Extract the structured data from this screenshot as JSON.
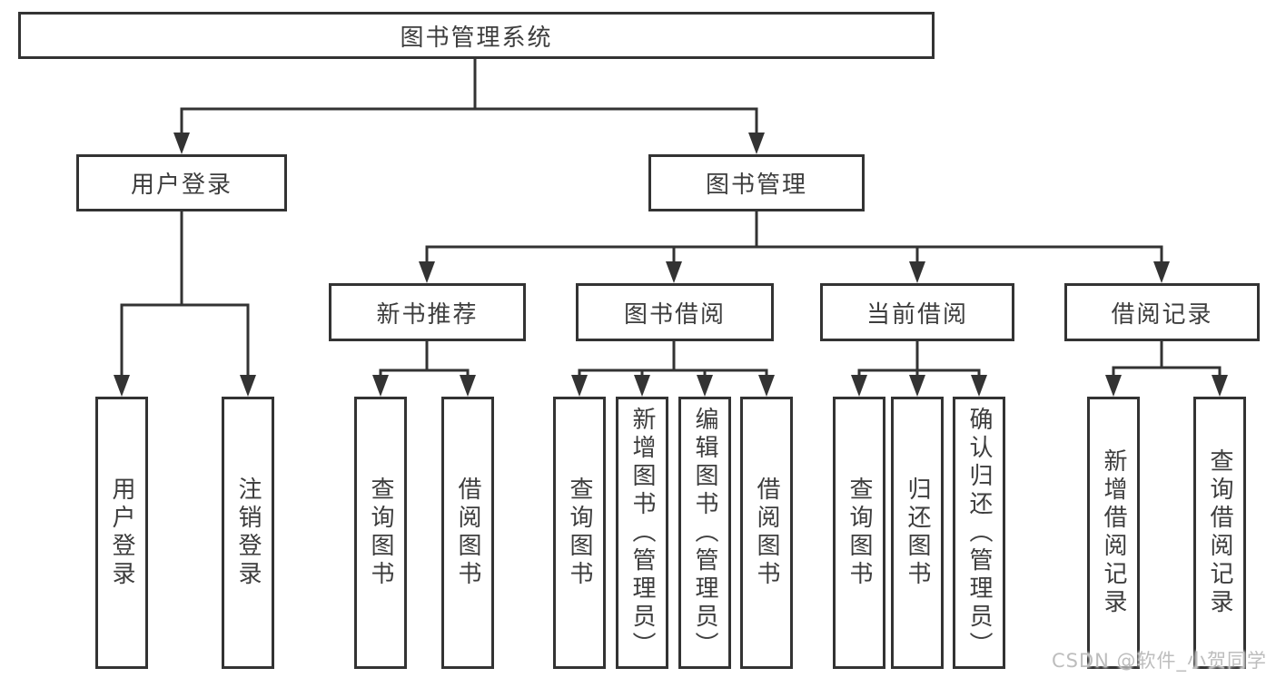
{
  "diagram": {
    "root": {
      "label": "图书管理系统"
    },
    "level2": [
      {
        "label": "用户登录"
      },
      {
        "label": "图书管理"
      }
    ],
    "level3": [
      {
        "label": "新书推荐"
      },
      {
        "label": "图书借阅"
      },
      {
        "label": "当前借阅"
      },
      {
        "label": "借阅记录"
      }
    ],
    "leaves": {
      "user_login": [
        {
          "label": "用户登录"
        },
        {
          "label": "注销登录"
        }
      ],
      "new_book_recommend": [
        {
          "label": "查询图书"
        },
        {
          "label": "借阅图书"
        }
      ],
      "book_borrow": [
        {
          "label": "查询图书"
        },
        {
          "label": "新增图书（管理员）"
        },
        {
          "label": "编辑图书（管理员）"
        },
        {
          "label": "借阅图书"
        }
      ],
      "current_borrow": [
        {
          "label": "查询图书"
        },
        {
          "label": "归还图书"
        },
        {
          "label": "确认归还（管理员）"
        }
      ],
      "borrow_records": [
        {
          "label": "新增借阅记录"
        },
        {
          "label": "查询借阅记录"
        }
      ]
    },
    "colors": {
      "line": "#333333",
      "box_border": "#333333",
      "text": "#3d3d3d",
      "background": "#ffffff",
      "watermark": "#bdbdbd"
    }
  },
  "watermark": {
    "text": "CSDN @软件_小贺同学"
  }
}
